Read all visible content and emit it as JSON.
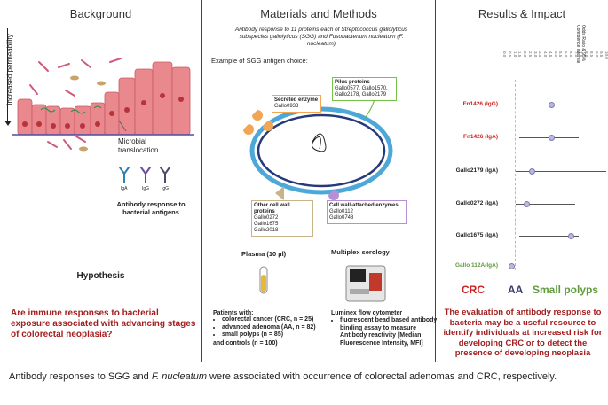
{
  "background": {
    "title": "Background",
    "permeability": "Increased permeability",
    "translocation": "Microbial\ntranslocation",
    "ab_labels": [
      "IgA",
      "IgG",
      "IgG"
    ],
    "antibody_response": "Antibody response to\nbacterial antigens",
    "hypothesis_title": "Hypothesis",
    "hypothesis": "Are immune responses to bacterial exposure associated with advancing stages of colorectal neoplasia?"
  },
  "methods": {
    "title": "Materials and Methods",
    "intro": "Antibody response to 11 proteins each of Streptococcus gallolyticus subspecies gallolyticus (SGG) and Fusobacterium nucleatum (F. nucleatum)",
    "example": "Example of SGG antigen choice:",
    "pilus_title": "Pilus proteins",
    "pilus": "Gallo0577, Gallo1570,\nGallo2178, Gallo2179",
    "secreted_title": "Secreted enzyme",
    "secreted": "Gallo0933",
    "other_title": "Other cell wall proteins",
    "other": "Gallo0272\nGallo1675\nGallo2018",
    "wall_title": "Cell wall-attached enzymes",
    "wall": "Gallo0112\nGallo0748",
    "plasma": "Plasma (10 µl)",
    "multiplex": "Multiplex serology",
    "patients_title": "Patients with:",
    "patients": [
      "colorectal cancer (CRC, n = 25)",
      "advanced adenoma (AA, n = 82)",
      "small polyps (n = 85)"
    ],
    "controls": "and controls (n = 100)",
    "luminex_title": "Luminex flow cytometer",
    "luminex": "fluorescent bead based antibody binding assay to measure Antibody reactivity [Median Fluorescence Intensity, MFI]"
  },
  "results": {
    "title": "Results & Impact",
    "header": "Odds Ratio & 95% Confidence Interval",
    "legend": [
      {
        "label": "CRC",
        "color": "#d11f1f"
      },
      {
        "label": "AA",
        "color": "#3a3f6e"
      },
      {
        "label": "Small polyps",
        "color": "#5f9a3c"
      }
    ],
    "impact": "The evaluation of antibody response to bacteria may be a useful resource to identify individuals at increased risk for developing CRC or to detect the presence of developing neoplasia"
  },
  "chart_data": {
    "type": "scatter",
    "x_ticks": [
      "0.0",
      "0.5",
      "1.0",
      "1.5",
      "2.0",
      "2.5",
      "3.0",
      "3.5",
      "4.0",
      "4.5",
      "5.0",
      "5.5",
      "6.0",
      "6.5",
      "7.0",
      "7.5",
      "8.0",
      "8.5",
      "9.0",
      "9.5",
      "10.0"
    ],
    "xlim": [
      0,
      10
    ],
    "rows": [
      {
        "label": "Fn1426 (IgG)",
        "group": "CRC",
        "color": "#d11f1f",
        "or": 4.6,
        "lo": 1.5,
        "hi": 7.3
      },
      {
        "label": "Fn1426 (IgA)",
        "group": "CRC",
        "color": "#d11f1f",
        "or": 4.6,
        "lo": 1.5,
        "hi": 7.3
      },
      {
        "label": "Gallo2179 (IgA)",
        "group": "AA",
        "color": "#222222",
        "or": 2.7,
        "lo": 1.1,
        "hi": 10.0
      },
      {
        "label": "Gallo0272 (IgA)",
        "group": "AA",
        "color": "#222222",
        "or": 2.2,
        "lo": 1.1,
        "hi": 7.0
      },
      {
        "label": "Gallo1675 (IgA)",
        "group": "AA",
        "color": "#222222",
        "or": 6.5,
        "lo": 1.5,
        "hi": 7.3
      },
      {
        "label": "Gallo 112A(IgA)",
        "group": "Small polyps",
        "color": "#5f9a3c",
        "or": 0.7,
        "lo": 0.6,
        "hi": 0.8
      }
    ]
  },
  "caption": {
    "before": "Antibody responses to SGG and ",
    "italic": "F. nucleatum",
    "after": " were associated with occurrence of colorectal adenomas and CRC, respectively."
  }
}
